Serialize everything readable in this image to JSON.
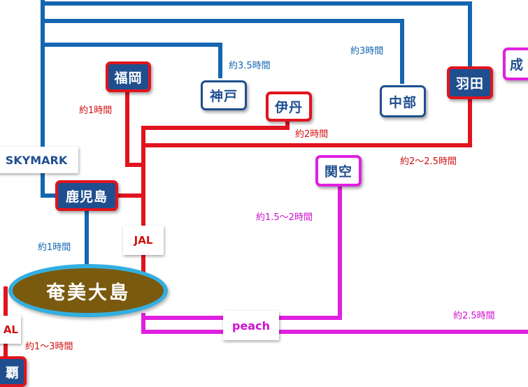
{
  "colors": {
    "blue": "#1466b0",
    "red": "#e0141e",
    "magenta": "#e020e0",
    "island": "#7a5a0e",
    "island_border": "#33aee0"
  },
  "island": {
    "label": "奄美大島"
  },
  "airports": {
    "fukuoka": "福岡",
    "kobe": "神戸",
    "itami": "伊丹",
    "chubu": "中部",
    "haneda": "羽田",
    "narita_partial": "成",
    "kansai": "関空",
    "kagoshima": "鹿児島",
    "naha_partial": "覇"
  },
  "airlines": {
    "skymark": "SKYMARK",
    "jal": "JAL",
    "jal_partial": "AL",
    "peach": "peach"
  },
  "durations": {
    "kobe": "約3.5時間",
    "chubu": "約3時間",
    "fukuoka": "約1時間",
    "itami": "約2時間",
    "haneda": "約2～2.5時間",
    "kansai": "約1.5～2時間",
    "kagoshima": "約1時間",
    "narita": "約2.5時間",
    "naha": "約1～3時間"
  }
}
